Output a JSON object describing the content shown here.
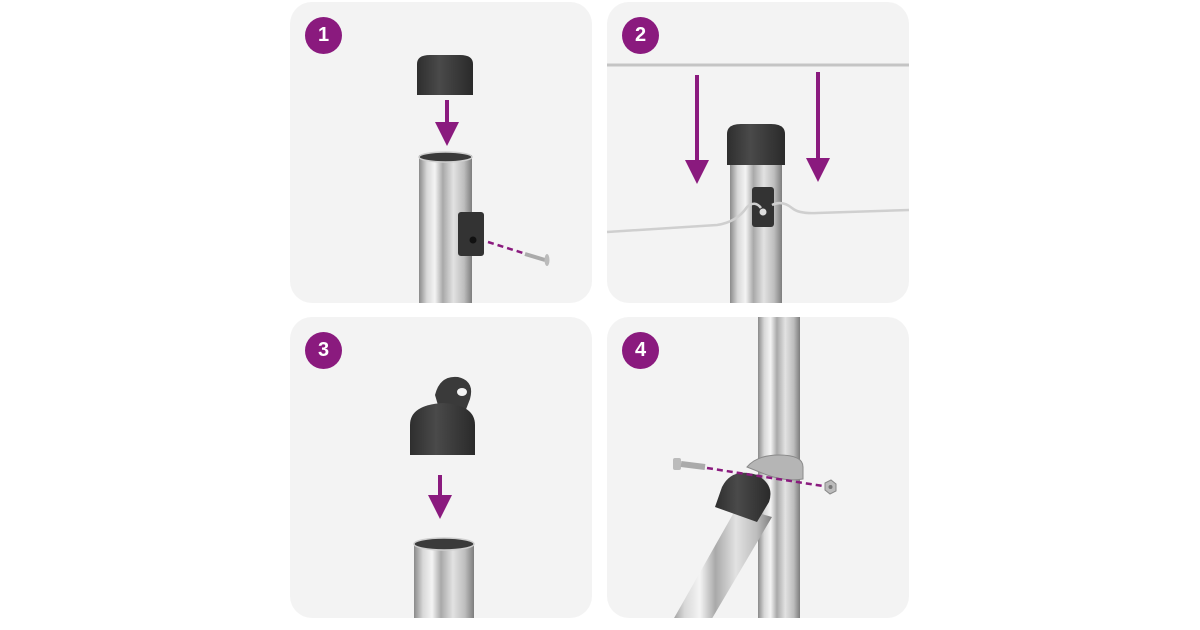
{
  "steps": [
    {
      "number": "1"
    },
    {
      "number": "2"
    },
    {
      "number": "3"
    },
    {
      "number": "4"
    }
  ],
  "colors": {
    "accent": "#8a1a7e",
    "panel_bg": "#f3f3f3",
    "cap": "#3c3c3c"
  }
}
